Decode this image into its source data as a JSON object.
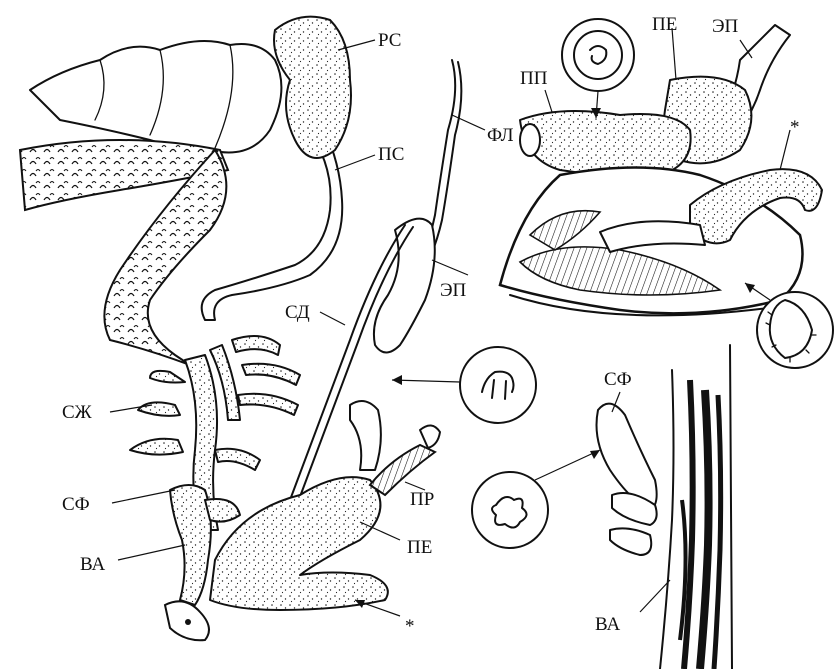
{
  "labels": {
    "rs": "РС",
    "ps": "ПС",
    "fl": "ФЛ",
    "ep_main": "ЭП",
    "sd": "СД",
    "szh": "СЖ",
    "sf_main": "СФ",
    "va_main": "ВА",
    "pr": "ПР",
    "pe_main": "ПЕ",
    "star_main": "*",
    "pp": "ПП",
    "pe_top": "ПЕ",
    "ep_top": "ЭП",
    "star_top": "*",
    "sf_inset": "СФ",
    "va_inset": "ВА"
  },
  "colors": {
    "ink": "#111111",
    "paper": "#ffffff"
  }
}
